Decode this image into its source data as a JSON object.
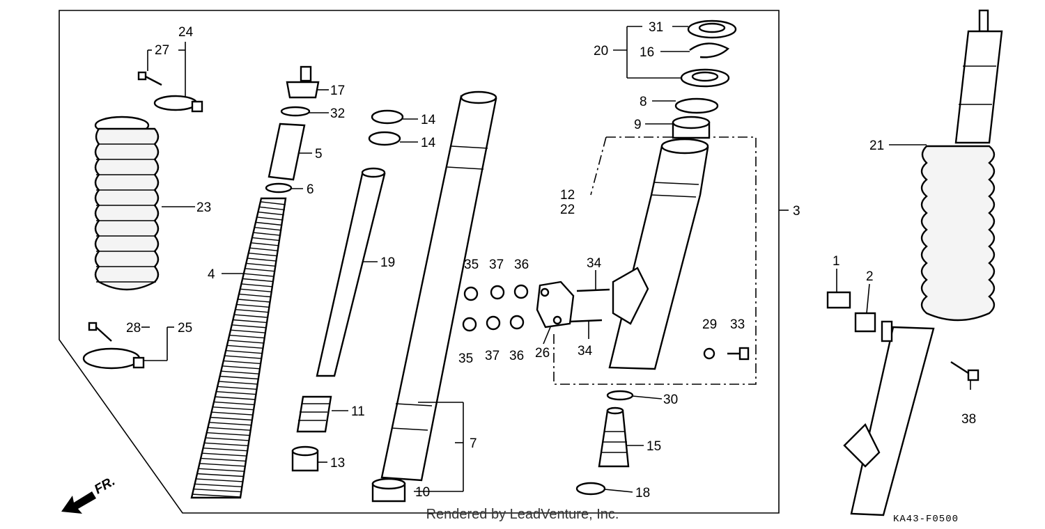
{
  "diagram": {
    "callouts": [
      "1",
      "2",
      "3",
      "4",
      "5",
      "6",
      "7",
      "8",
      "9",
      "10",
      "11",
      "12",
      "13",
      "14",
      "15",
      "16",
      "17",
      "18",
      "19",
      "20",
      "21",
      "22",
      "23",
      "24",
      "25",
      "26",
      "27",
      "28",
      "29",
      "30",
      "31",
      "32",
      "33",
      "34",
      "35",
      "36",
      "37",
      "38"
    ],
    "direction_label": "FR.",
    "footer": "Rendered by LeadVenture, Inc.",
    "diagram_code": "KA43-F0500"
  },
  "labels": {
    "l1": "1",
    "l2": "2",
    "l3": "3",
    "l4": "4",
    "l5": "5",
    "l6": "6",
    "l7": "7",
    "l8": "8",
    "l9": "9",
    "l10": "10",
    "l11": "11",
    "l12": "12",
    "l13": "13",
    "l14a": "14",
    "l14b": "14",
    "l15": "15",
    "l16": "16",
    "l17": "17",
    "l18": "18",
    "l19": "19",
    "l20": "20",
    "l21": "21",
    "l22": "22",
    "l23": "23",
    "l24": "24",
    "l25": "25",
    "l26": "26",
    "l27": "27",
    "l28": "28",
    "l29": "29",
    "l30": "30",
    "l31": "31",
    "l32": "32",
    "l33": "33",
    "l34a": "34",
    "l34b": "34",
    "l35a": "35",
    "l35b": "35",
    "l36a": "36",
    "l36b": "36",
    "l37a": "37",
    "l37b": "37",
    "l38": "38"
  }
}
